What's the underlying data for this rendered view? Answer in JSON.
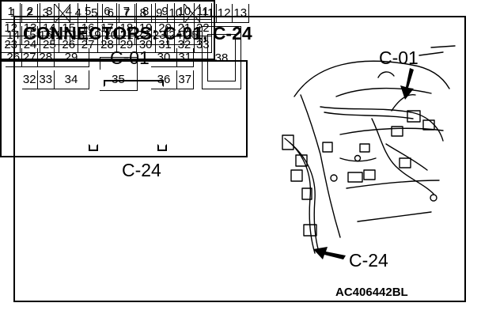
{
  "title": "CONNECTORS: C-01, C-24",
  "figure_code": "AC406442BL",
  "connector_c01": {
    "label": "C-01",
    "rows": [
      [
        "1",
        "2",
        "3",
        "4",
        "5",
        "6",
        "7",
        "8",
        "9",
        "10",
        "11"
      ],
      [
        "12",
        "13",
        "14",
        "15",
        "16",
        "17",
        "18",
        "19",
        "20",
        "21",
        "22"
      ],
      [
        "23",
        "24",
        "25",
        "26",
        "27",
        "28",
        "29",
        "30",
        "31",
        "32",
        "33"
      ]
    ]
  },
  "connector_c24": {
    "label": "C-24",
    "row1": [
      "1",
      "2",
      "3",
      "",
      "4",
      "5",
      "6",
      "7",
      "8",
      "9",
      "10",
      "",
      "11",
      "12",
      "13"
    ],
    "row2": [
      "14",
      "15",
      "16",
      "17",
      "18",
      "19",
      "20",
      "21",
      "22",
      "23",
      "24",
      "25"
    ],
    "row3": [
      "26",
      "27",
      "28",
      "29",
      "30",
      "31"
    ],
    "row4": [
      "32",
      "33",
      "34",
      "35",
      "36",
      "37"
    ],
    "big_pin": "38"
  },
  "callouts": {
    "c01": "C-01",
    "c24": "C-24"
  }
}
